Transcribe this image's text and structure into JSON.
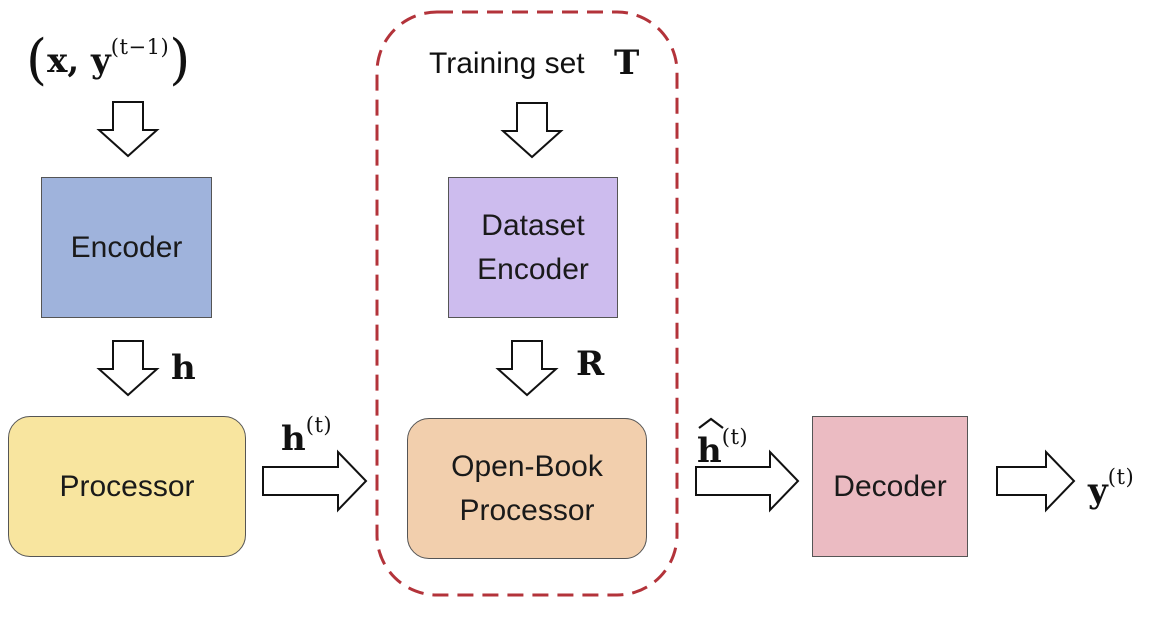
{
  "colors": {
    "encoder": "#9fb3dc",
    "processor": "#f8e59f",
    "dataset_encoder": "#cdbcee",
    "openbook_processor": "#f2cfad",
    "decoder": "#ebbbc2",
    "dashed_border": "#b3333a"
  },
  "input_label": {
    "paren_open": "(",
    "x": "x, y",
    "sup": "(t−1)",
    "paren_close": ")"
  },
  "encoder": {
    "label": "Encoder"
  },
  "h_label": "h",
  "processor": {
    "label": "Processor"
  },
  "ht_label": {
    "base": "h",
    "sup": "(t)"
  },
  "retrieval": {
    "training_set_text": "Training set",
    "training_set_symbol": "T",
    "dataset_encoder": {
      "line1": "Dataset",
      "line2": "Encoder"
    },
    "r_label": "R",
    "openbook_processor": {
      "line1": "Open-Book",
      "line2": "Processor"
    }
  },
  "hhat_label": {
    "base": "h",
    "sup": "(t)"
  },
  "decoder": {
    "label": "Decoder"
  },
  "output_label": {
    "base": "y",
    "sup": "(t)"
  }
}
